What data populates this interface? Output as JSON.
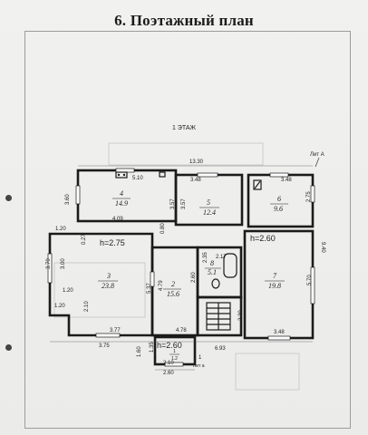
{
  "document": {
    "title": "6. Поэтажный план",
    "floor_label": "1 ЭТАЖ",
    "lit_a": "Лит А",
    "lit_a_small": "Лит а"
  },
  "rooms": [
    {
      "number": "4",
      "area": "14.9"
    },
    {
      "number": "5",
      "area": "12.4"
    },
    {
      "number": "6",
      "area": "9.6"
    },
    {
      "number": "3",
      "area": "23.8"
    },
    {
      "number": "2",
      "area": "15.6"
    },
    {
      "number": "8",
      "area": "5.1"
    },
    {
      "number": "7",
      "area": "19.8"
    },
    {
      "number": "1",
      "area": "1.2"
    }
  ],
  "heights": {
    "room3": "h=2.75",
    "room7": "h=2.60",
    "porch": "h=2.60"
  },
  "dimensions": {
    "overall_width": "13.30",
    "r4_top": "5.10",
    "r5_top": "3.48",
    "r6_top": "3.48",
    "r4_left": "3.60",
    "r4_bottom": "4.09",
    "r5_left": "3.57",
    "r4_right": "3.57",
    "r6_right": "2.75",
    "left_step": "1.20",
    "r3_corner": "0.27",
    "r5_bottom": "0.80",
    "r8_top": "2.17",
    "r8_left": "2.35",
    "r2_right": "2.60",
    "r3_left_outer": "3.70",
    "r3_left_inner": "3.00",
    "r3_mid": "1.20",
    "r3_bottom_left": "1.20",
    "r3_right": "5.37",
    "r2_left": "4.79",
    "r3_lower_left": "2.10",
    "r7_right_outer": "9.40",
    "r7_right_inner": "5.70",
    "r3_bottom": "3.77",
    "r2_bottom": "4.78",
    "r7_bottom": "3.48",
    "hall_right": "2.20",
    "bottom_left": "3.75",
    "bottom_right": "6.93",
    "porch_left_outer": "1.60",
    "porch_left_inner": "1.35",
    "porch_bottom_inner": "2.10",
    "porch_bottom_outer": "2.60",
    "porch_right": "1"
  }
}
